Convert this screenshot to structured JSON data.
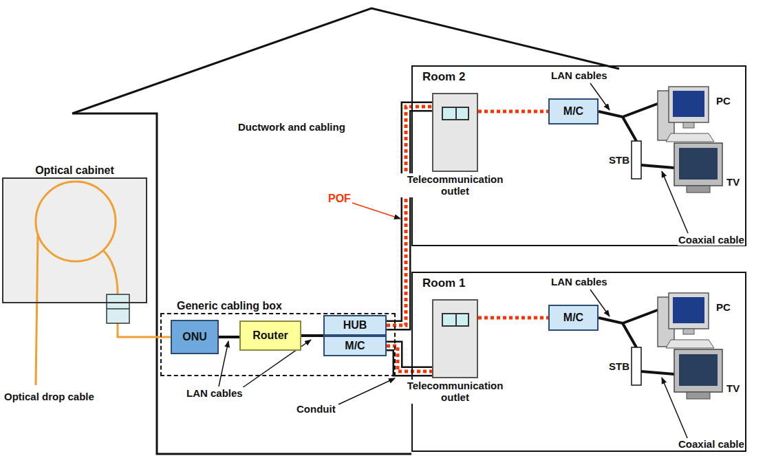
{
  "diagram": {
    "nodes": [
      {
        "text": [
          "Optical cabinet"
        ]
      },
      {
        "text": [
          "Generic cabling box"
        ]
      },
      {
        "text": [
          "ONU"
        ],
        "in": 1
      },
      {
        "text": [
          "Router"
        ],
        "in": 1
      },
      {
        "text": [
          "HUB"
        ],
        "in": 1
      },
      {
        "text": [
          "M/C"
        ],
        "in": 1
      },
      {
        "text": [
          "Room 2"
        ]
      },
      {
        "text": [
          "Telecommunication outlet"
        ],
        "in": 6
      },
      {
        "text": [
          "M/C"
        ],
        "in": 6
      },
      {
        "text": [
          "Room 1"
        ]
      },
      {
        "text": [
          "Telecommunication outlet"
        ],
        "in": 9
      },
      {
        "text": [
          "M/C"
        ],
        "in": 9
      }
    ],
    "edges": [
      {
        "from": 0,
        "to": 2,
        "arrow": "none"
      },
      {
        "from": 2,
        "to": 3,
        "arrow": "none"
      },
      {
        "from": 3,
        "to": 4,
        "arrow": "none"
      },
      {
        "from": 4,
        "to": 7,
        "arrow": "none"
      },
      {
        "from": 5,
        "to": 10,
        "arrow": "none"
      },
      {
        "from": 7,
        "to": 8,
        "arrow": "none"
      },
      {
        "from": 10,
        "to": 11,
        "arrow": "none"
      }
    ],
    "labels": [
      "Ductwork and cabling",
      "Optical drop cable",
      "LAN cables",
      "POF",
      "Conduit",
      "LAN cables",
      "PC",
      "STB",
      "TV",
      "Coaxial cable",
      "LAN cables",
      "PC",
      "STB",
      "TV",
      "Coaxial cable"
    ]
  }
}
